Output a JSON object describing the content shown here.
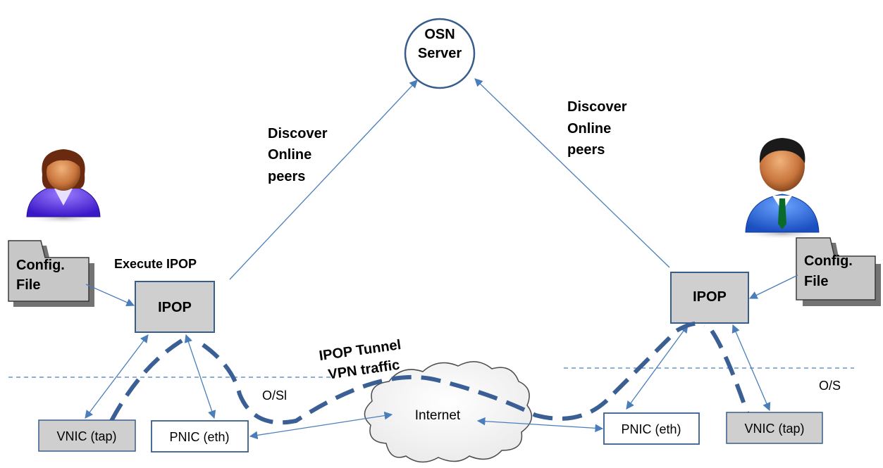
{
  "diagram": {
    "server": {
      "line1": "OSN",
      "line2": "Server"
    },
    "discover_left": [
      "Discover",
      "Online",
      "peers"
    ],
    "discover_right": [
      "Discover",
      "Online",
      "peers"
    ],
    "execute_label": "Execute IPOP",
    "ipop_left": "IPOP",
    "ipop_right": "IPOP",
    "config_left": [
      "Config.",
      "File"
    ],
    "config_right": [
      "Config.",
      "File"
    ],
    "tunnel": [
      "IPOP Tunnel",
      "VPN traffic"
    ],
    "os_left": "O/Sl",
    "os_right": "O/S",
    "internet": "Internet",
    "vnic_left": "VNIC (tap)",
    "pnic_left": "PNIC (eth)",
    "pnic_right": "PNIC (eth)",
    "vnic_right": "VNIC (tap)",
    "colors": {
      "arrow": "#4a7ebb",
      "tunnel": "#3a5f95",
      "box_fill": "#cfcfcf",
      "box_stroke": "#385d8a"
    },
    "icons": {
      "left_user": "female-user-icon",
      "right_user": "male-user-icon",
      "config_left": "folder-icon",
      "config_right": "folder-icon",
      "internet": "cloud-icon"
    }
  }
}
